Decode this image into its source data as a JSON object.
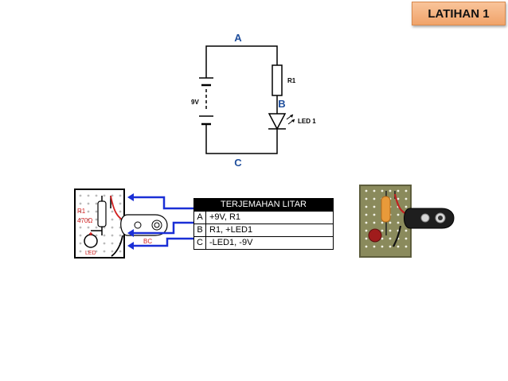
{
  "badge": {
    "label": "LATIHAN 1"
  },
  "schematic": {
    "node_a": "A",
    "node_b": "B",
    "node_c": "C",
    "battery_label": "9V",
    "resistor_label": "R1",
    "led_label": "LED 1"
  },
  "breadboard": {
    "r1_label": "R1",
    "r1_value": "470Ω",
    "led_label": "LED",
    "bc_label": "BC"
  },
  "translation_table": {
    "header": "TERJEMAHAN LITAR",
    "rows": [
      {
        "key": "A",
        "value": "+9V, R1"
      },
      {
        "key": "B",
        "value": "R1, +LED1"
      },
      {
        "key": "C",
        "value": "-LED1, -9V"
      }
    ]
  },
  "colors": {
    "badge_fill": "#f5b584",
    "node_label": "#1f4e9c",
    "arrow": "#1a2fd6",
    "component_red": "#d02020",
    "board_green": "#8a8a5c"
  }
}
